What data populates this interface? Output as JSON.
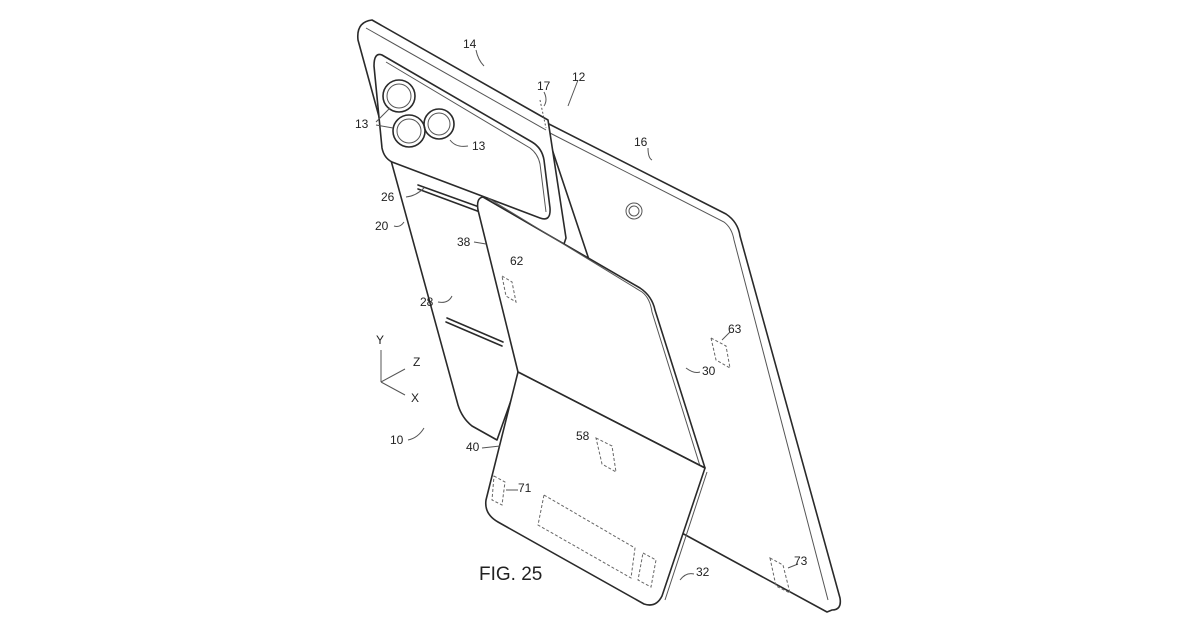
{
  "figure": {
    "title": "FIG. 25"
  },
  "labels": {
    "l14": "14",
    "l17": "17",
    "l12": "12",
    "l13a": "13",
    "l13b": "13",
    "l16": "16",
    "l26": "26",
    "l20": "20",
    "l38": "38",
    "l62": "62",
    "l28": "28",
    "l63": "63",
    "l30": "30",
    "l10": "10",
    "l40": "40",
    "l58": "58",
    "l71": "71",
    "l73": "73",
    "l32": "32"
  },
  "axes": {
    "y": "Y",
    "z": "Z",
    "x": "X"
  },
  "colors": {
    "line": "#2a2a2a",
    "background": "#ffffff"
  }
}
